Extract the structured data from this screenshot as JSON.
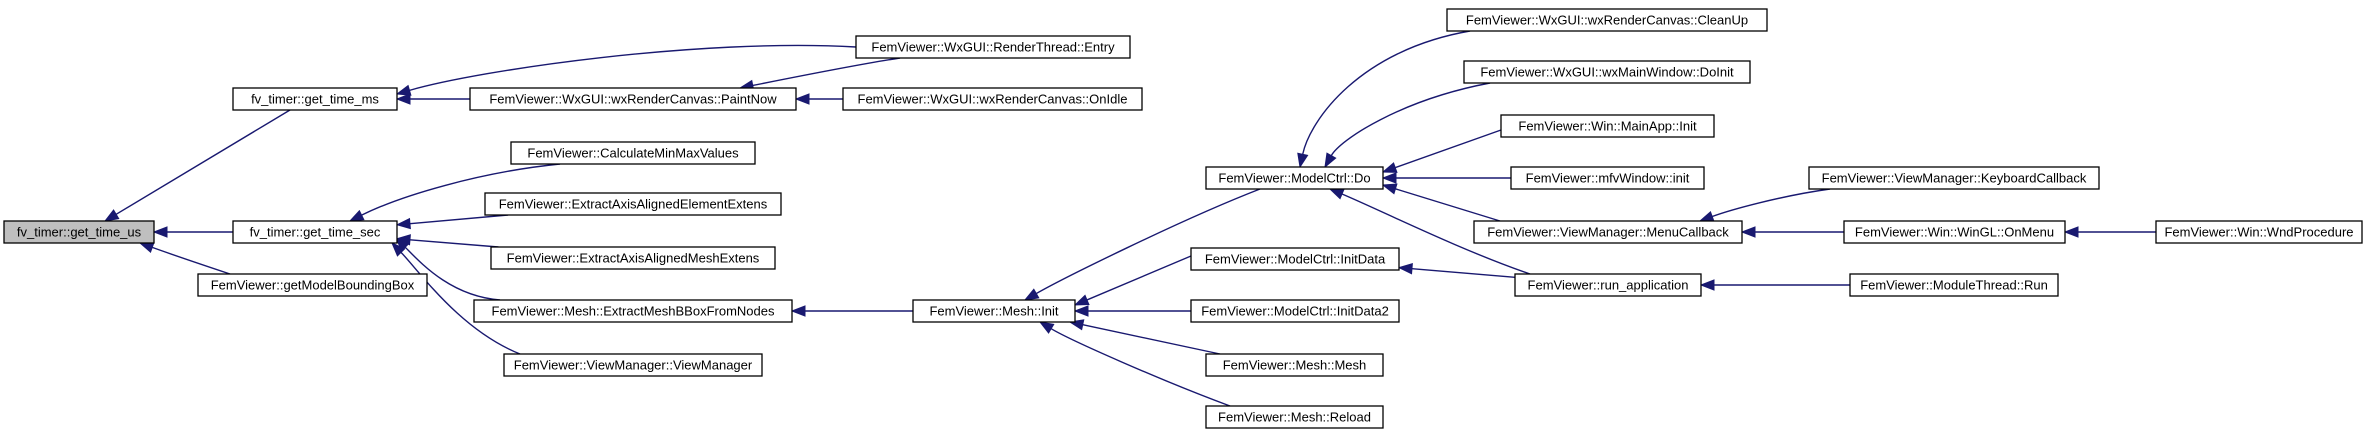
{
  "graph": {
    "nodes": [
      {
        "id": "n_root",
        "label": "fv_timer::get_time_us",
        "highlight": true
      },
      {
        "id": "n_ms",
        "label": "fv_timer::get_time_ms"
      },
      {
        "id": "n_sec",
        "label": "fv_timer::get_time_sec"
      },
      {
        "id": "n_gmbb",
        "label": "FemViewer::getModelBoundingBox"
      },
      {
        "id": "n_rte",
        "label": "FemViewer::WxGUI::RenderThread::Entry"
      },
      {
        "id": "n_paint",
        "label": "FemViewer::WxGUI::wxRenderCanvas::PaintNow"
      },
      {
        "id": "n_onidle",
        "label": "FemViewer::WxGUI::wxRenderCanvas::OnIdle"
      },
      {
        "id": "n_cmm",
        "label": "FemViewer::CalculateMinMaxValues"
      },
      {
        "id": "n_eaae",
        "label": "FemViewer::ExtractAxisAlignedElementExtens"
      },
      {
        "id": "n_eamesh",
        "label": "FemViewer::ExtractAxisAlignedMeshExtens"
      },
      {
        "id": "n_embb",
        "label": "FemViewer::Mesh::ExtractMeshBBoxFromNodes"
      },
      {
        "id": "n_vmvm",
        "label": "FemViewer::ViewManager::ViewManager"
      },
      {
        "id": "n_meshinit",
        "label": "FemViewer::Mesh::Init"
      },
      {
        "id": "n_mcdo",
        "label": "FemViewer::ModelCtrl::Do"
      },
      {
        "id": "n_mcid",
        "label": "FemViewer::ModelCtrl::InitData"
      },
      {
        "id": "n_mcid2",
        "label": "FemViewer::ModelCtrl::InitData2"
      },
      {
        "id": "n_meshmesh",
        "label": "FemViewer::Mesh::Mesh"
      },
      {
        "id": "n_meshreload",
        "label": "FemViewer::Mesh::Reload"
      },
      {
        "id": "n_cleanup",
        "label": "FemViewer::WxGUI::wxRenderCanvas::CleanUp"
      },
      {
        "id": "n_doinit",
        "label": "FemViewer::WxGUI::wxMainWindow::DoInit"
      },
      {
        "id": "n_mainapp",
        "label": "FemViewer::Win::MainApp::Init"
      },
      {
        "id": "n_mfv",
        "label": "FemViewer::mfvWindow::init"
      },
      {
        "id": "n_menucb",
        "label": "FemViewer::ViewManager::MenuCallback"
      },
      {
        "id": "n_runapp",
        "label": "FemViewer::run_application"
      },
      {
        "id": "n_kbcb",
        "label": "FemViewer::ViewManager::KeyboardCallback"
      },
      {
        "id": "n_onmenu",
        "label": "FemViewer::Win::WinGL::OnMenu"
      },
      {
        "id": "n_wndproc",
        "label": "FemViewer::Win::WndProcedure"
      },
      {
        "id": "n_modrun",
        "label": "FemViewer::ModuleThread::Run"
      }
    ],
    "edges": [
      {
        "from": "n_ms",
        "to": "n_root"
      },
      {
        "from": "n_sec",
        "to": "n_root"
      },
      {
        "from": "n_gmbb",
        "to": "n_root"
      },
      {
        "from": "n_rte",
        "to": "n_ms"
      },
      {
        "from": "n_paint",
        "to": "n_ms"
      },
      {
        "from": "n_rte",
        "to": "n_paint"
      },
      {
        "from": "n_onidle",
        "to": "n_paint"
      },
      {
        "from": "n_cmm",
        "to": "n_sec"
      },
      {
        "from": "n_eaae",
        "to": "n_sec"
      },
      {
        "from": "n_eamesh",
        "to": "n_sec"
      },
      {
        "from": "n_embb",
        "to": "n_sec"
      },
      {
        "from": "n_vmvm",
        "to": "n_sec"
      },
      {
        "from": "n_meshinit",
        "to": "n_embb"
      },
      {
        "from": "n_mcdo",
        "to": "n_meshinit"
      },
      {
        "from": "n_mcid",
        "to": "n_meshinit"
      },
      {
        "from": "n_mcid2",
        "to": "n_meshinit"
      },
      {
        "from": "n_meshmesh",
        "to": "n_meshinit"
      },
      {
        "from": "n_meshreload",
        "to": "n_meshinit"
      },
      {
        "from": "n_cleanup",
        "to": "n_mcdo"
      },
      {
        "from": "n_doinit",
        "to": "n_mcdo"
      },
      {
        "from": "n_mainapp",
        "to": "n_mcdo"
      },
      {
        "from": "n_mfv",
        "to": "n_mcdo"
      },
      {
        "from": "n_menucb",
        "to": "n_mcdo"
      },
      {
        "from": "n_runapp",
        "to": "n_mcdo"
      },
      {
        "from": "n_runapp",
        "to": "n_mcid"
      },
      {
        "from": "n_kbcb",
        "to": "n_menucb"
      },
      {
        "from": "n_onmenu",
        "to": "n_menucb"
      },
      {
        "from": "n_wndproc",
        "to": "n_onmenu"
      },
      {
        "from": "n_modrun",
        "to": "n_runapp"
      }
    ],
    "colors": {
      "edge": "#191970",
      "node_fill": "#ffffff",
      "node_root_fill": "#bfbfbf",
      "node_border": "#000000"
    }
  }
}
